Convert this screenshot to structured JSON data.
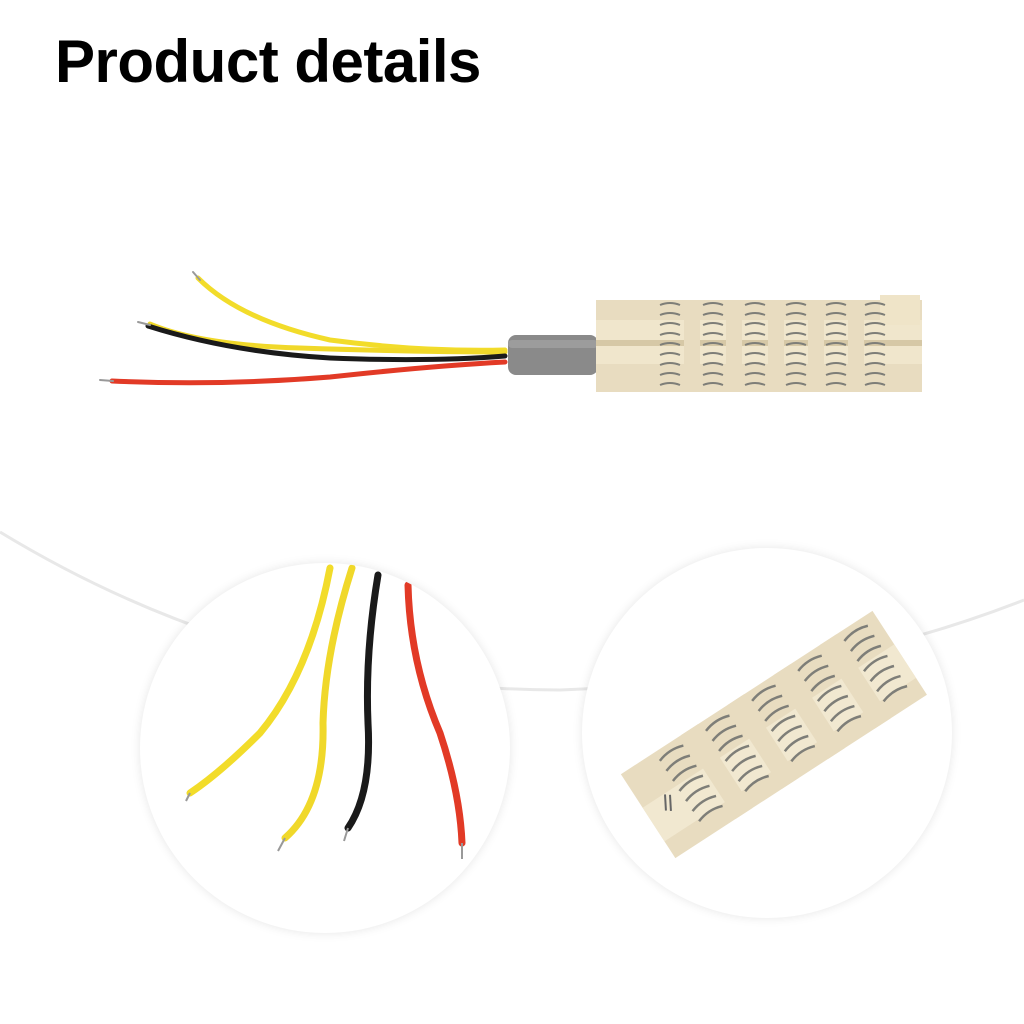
{
  "header": {
    "title": "Product details"
  },
  "product": {
    "name": "heating-element-with-wires",
    "wire_colors": {
      "yellow": "#f2dc2a",
      "black": "#1a1a1a",
      "red": "#e23a26"
    },
    "ceramic_color": "#e8dcc0",
    "sleeve_color": "#8a8a8a",
    "coil_color": "#8c8c84"
  },
  "details": [
    {
      "name": "wire-closeup",
      "wires": [
        "yellow",
        "yellow",
        "black",
        "red"
      ]
    },
    {
      "name": "ceramic-coil-closeup",
      "coil_count": 6
    }
  ],
  "colors": {
    "background": "#ffffff",
    "title": "#000000",
    "band_line": "#e6e6e6"
  }
}
